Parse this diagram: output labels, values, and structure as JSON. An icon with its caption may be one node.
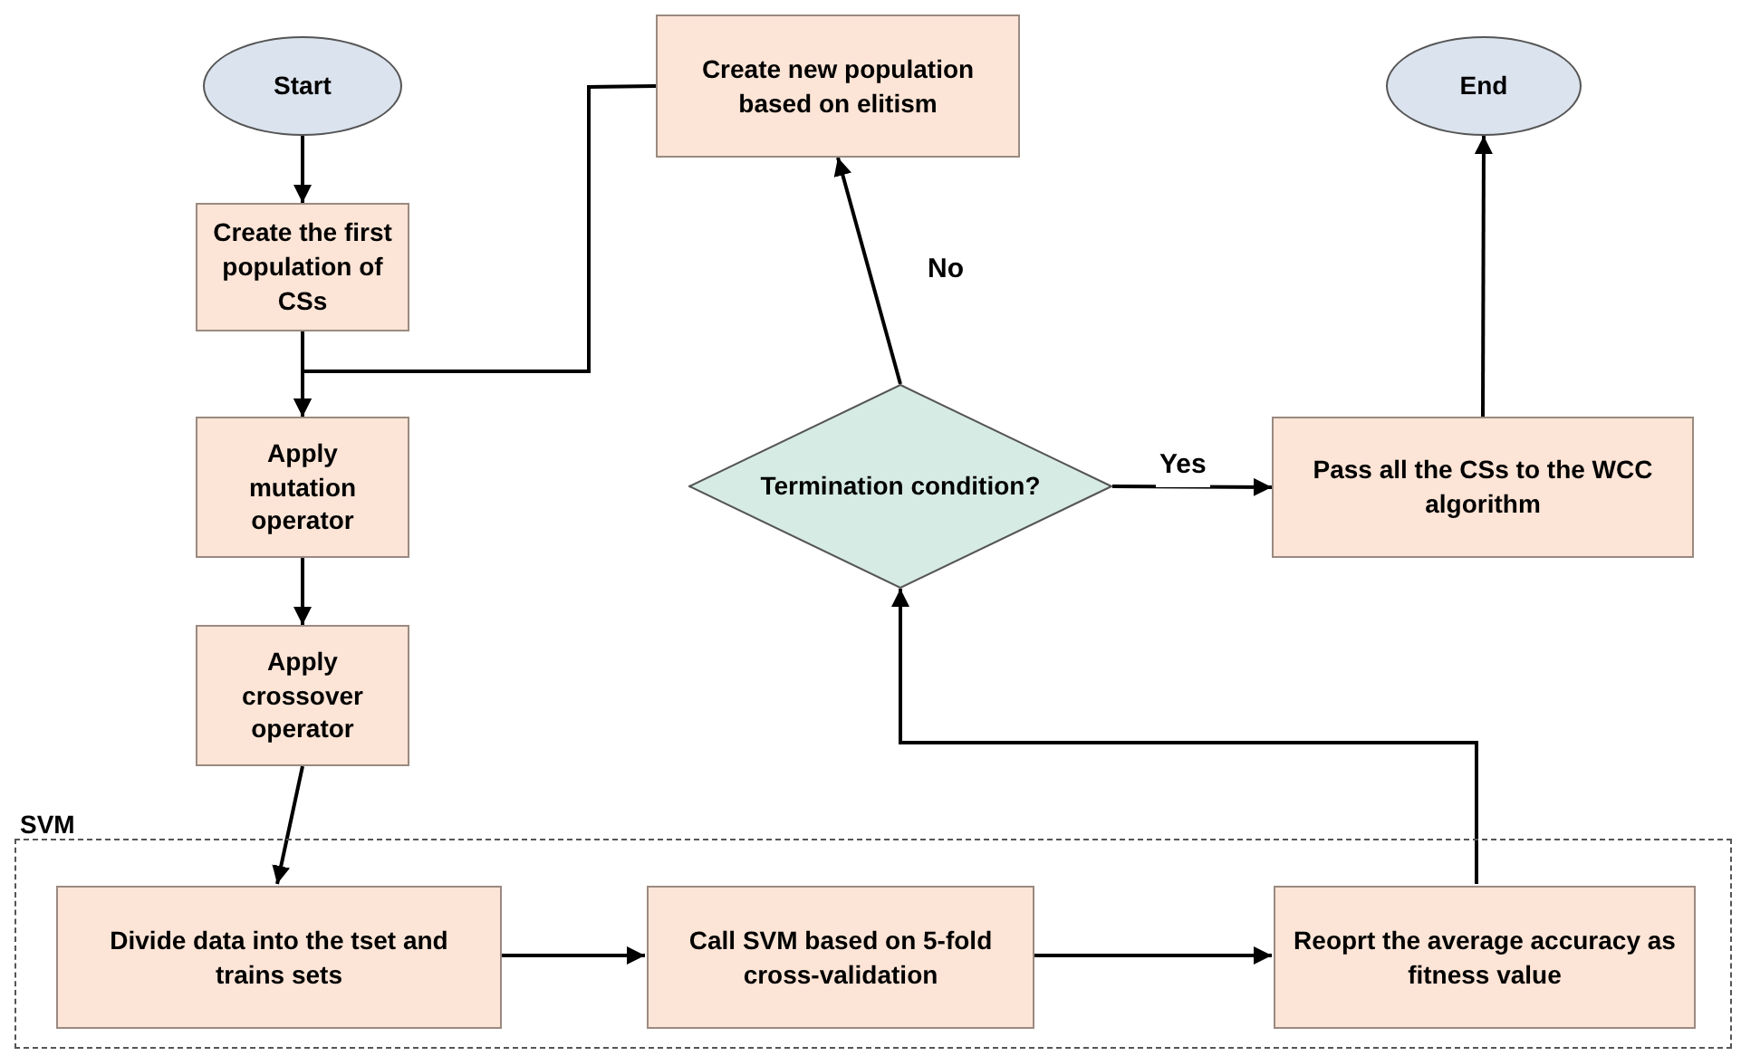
{
  "diagram": {
    "nodes": [
      {
        "text": [
          "Start"
        ]
      },
      {
        "text": [
          "Create the first population of CSs"
        ]
      },
      {
        "text": [
          "Create new population based on elitism"
        ]
      },
      {
        "text": [
          "End"
        ]
      },
      {
        "text": [
          "Apply mutation operator"
        ]
      },
      {
        "text": [
          "Termination condition?"
        ]
      },
      {
        "text": [
          "Pass all the CSs to the WCC algorithm"
        ]
      },
      {
        "text": [
          "Apply crossover operator"
        ]
      },
      {
        "text": [
          "SVM"
        ]
      },
      {
        "text": [
          "Divide data into the tset and trains sets"
        ],
        "in": 8
      },
      {
        "text": [
          "Call SVM based on 5-fold cross-validation"
        ],
        "in": 8
      },
      {
        "text": [
          "Reoprt the average accuracy as fitness value"
        ],
        "in": 8
      }
    ],
    "edges": [
      {
        "from": 0,
        "to": 1,
        "arrow": "to"
      },
      {
        "from": 1,
        "to": 4,
        "arrow": "to"
      },
      {
        "from": 2,
        "to": 4,
        "arrow": "to"
      },
      {
        "from": 4,
        "to": 7,
        "arrow": "to"
      },
      {
        "from": 7,
        "to": 9,
        "arrow": "to"
      },
      {
        "from": 9,
        "to": 10,
        "arrow": "to"
      },
      {
        "from": 10,
        "to": 11,
        "arrow": "to"
      },
      {
        "from": 11,
        "to": 5,
        "arrow": "to"
      },
      {
        "from": 5,
        "to": 2,
        "arrow": "to",
        "label": "No"
      },
      {
        "from": 5,
        "to": 6,
        "arrow": "to",
        "label": "Yes"
      },
      {
        "from": 6,
        "to": 3,
        "arrow": "to"
      }
    ]
  }
}
